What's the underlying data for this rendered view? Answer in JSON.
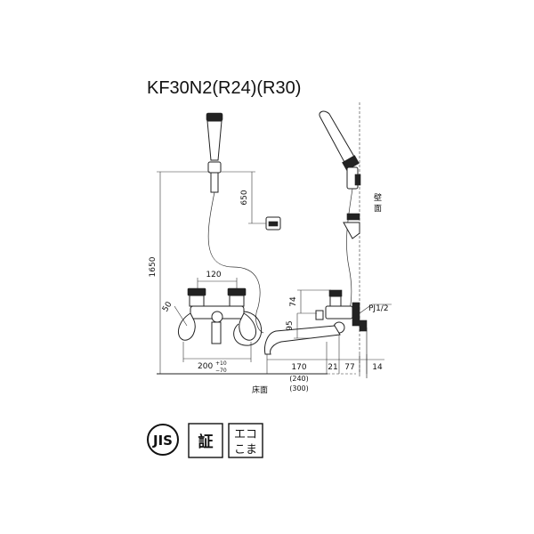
{
  "title": "KF30N2(R24)(R30)",
  "dimensions": {
    "height_total": "1650",
    "shower_height": "650",
    "center_spacing": "120",
    "inlet_offset": "50",
    "width_a": "200",
    "tol_plus": "+10",
    "tol_minus": "−70",
    "spout_height": "74",
    "spout_drop": "95",
    "spout_170": "170",
    "spout_240": "(240)",
    "spout_300": "(300)",
    "depth_21": "21",
    "depth_77": "77",
    "wall_14": "14",
    "pipe_thread": "PJ1/2"
  },
  "labels": {
    "floor": "床面",
    "wall": "壁面"
  },
  "marks": {
    "jis": "JIS",
    "certified": "証",
    "eco_line1": "エコ",
    "eco_line2": "こま"
  }
}
